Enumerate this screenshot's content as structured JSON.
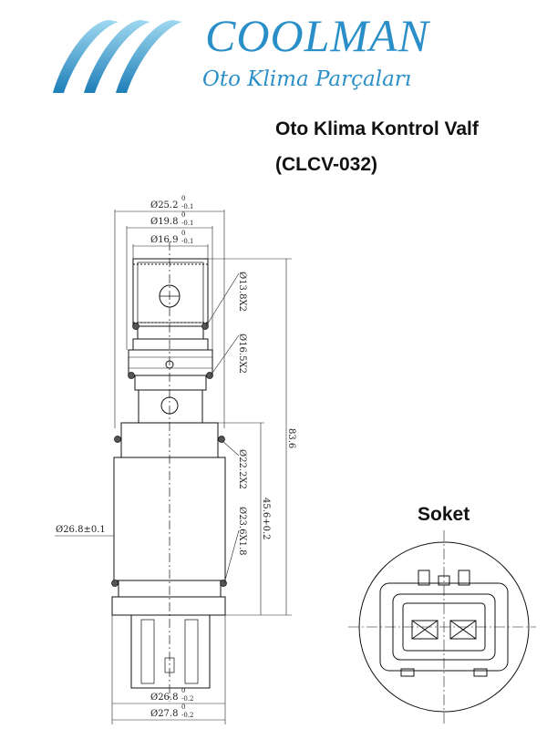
{
  "brand": {
    "name": "COOLMAN",
    "tagline": "Oto Klima Parçaları",
    "color": "#2a8fc8"
  },
  "title": {
    "line1": "Oto Klima Kontrol Valf",
    "line2": "(CLCV-032)"
  },
  "socket_label": "Soket",
  "dimensions": {
    "d1": {
      "main": "Ø25.2",
      "sup": "0",
      "sub": "-0.1"
    },
    "d2": {
      "main": "Ø19.8",
      "sup": "0",
      "sub": "-0.1"
    },
    "d3": {
      "main": "Ø16.9",
      "sup": "0",
      "sub": "-0.1"
    },
    "oring1": "Ø13.8X2",
    "oring2": "Ø16.5X2",
    "oring3": "Ø22.2X2",
    "oring4": "Ø23.6X1.8",
    "len_total": "83.6",
    "len_body": "45.6+0.2",
    "body_dia": "Ø26.8±0.1",
    "bottom1": {
      "main": "Ø26.8",
      "sup": "0",
      "sub": "-0.2"
    },
    "bottom2": {
      "main": "Ø27.8",
      "sup": "0",
      "sub": "-0.2"
    }
  }
}
